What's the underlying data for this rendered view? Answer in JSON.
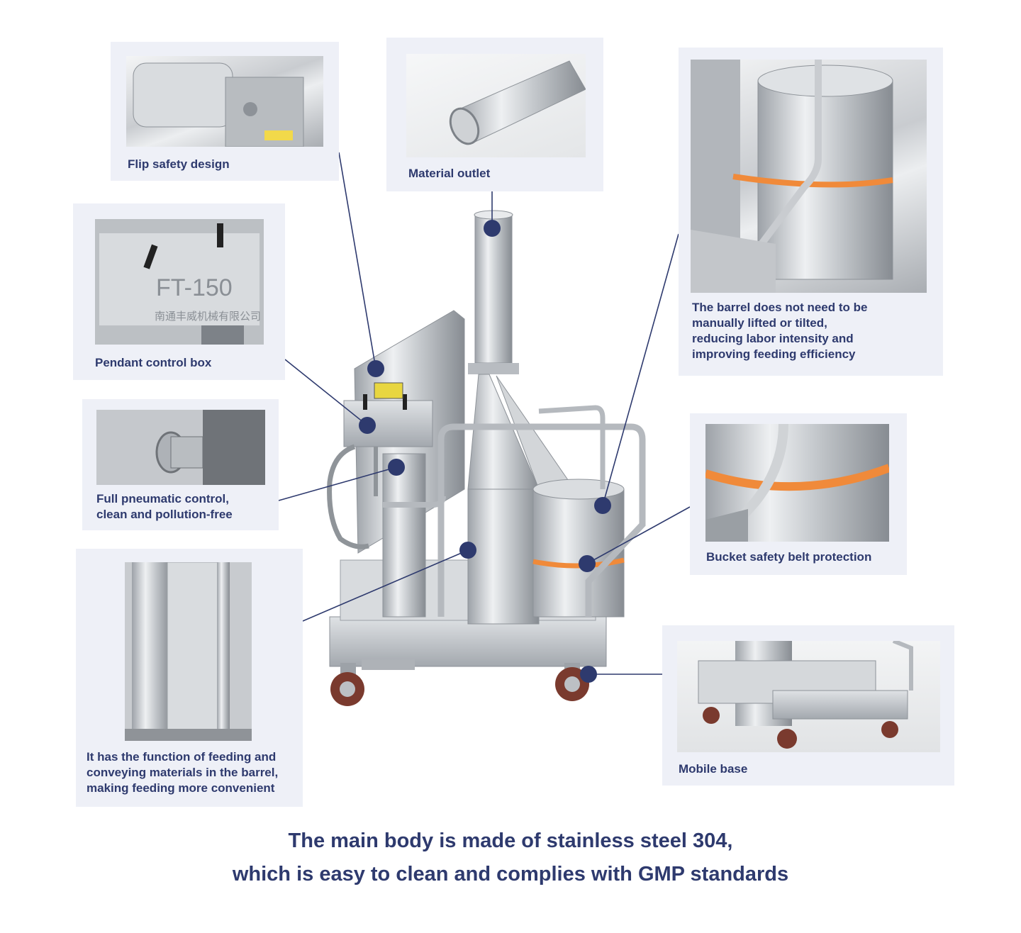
{
  "callouts": {
    "flip_safety": "Flip safety design",
    "material_outlet": "Material outlet",
    "barrel": "The barrel does not need to be\nmanually lifted or tilted,\nreducing labor intensity and\nimproving feeding efficiency",
    "pendant_control": "Pendant control box",
    "pneumatic": "Full pneumatic control,\nclean and pollution-free",
    "bucket_belt": "Bucket safety belt protection",
    "feeding": "It has the function of feeding and\nconveying materials in the barrel,\nmaking feeding more convenient",
    "mobile_base": "Mobile base"
  },
  "control_box": {
    "model": "FT-150",
    "company": "南通丰威机械有限公司"
  },
  "footer": {
    "line1": "The main body is made of stainless steel 304,",
    "line2": "which is easy to clean and complies with GMP standards"
  },
  "colors": {
    "accent": "#2e3a6e",
    "panel": "#eef0f7",
    "belt": "#f08a3a",
    "steel": "#c9ccd0"
  }
}
